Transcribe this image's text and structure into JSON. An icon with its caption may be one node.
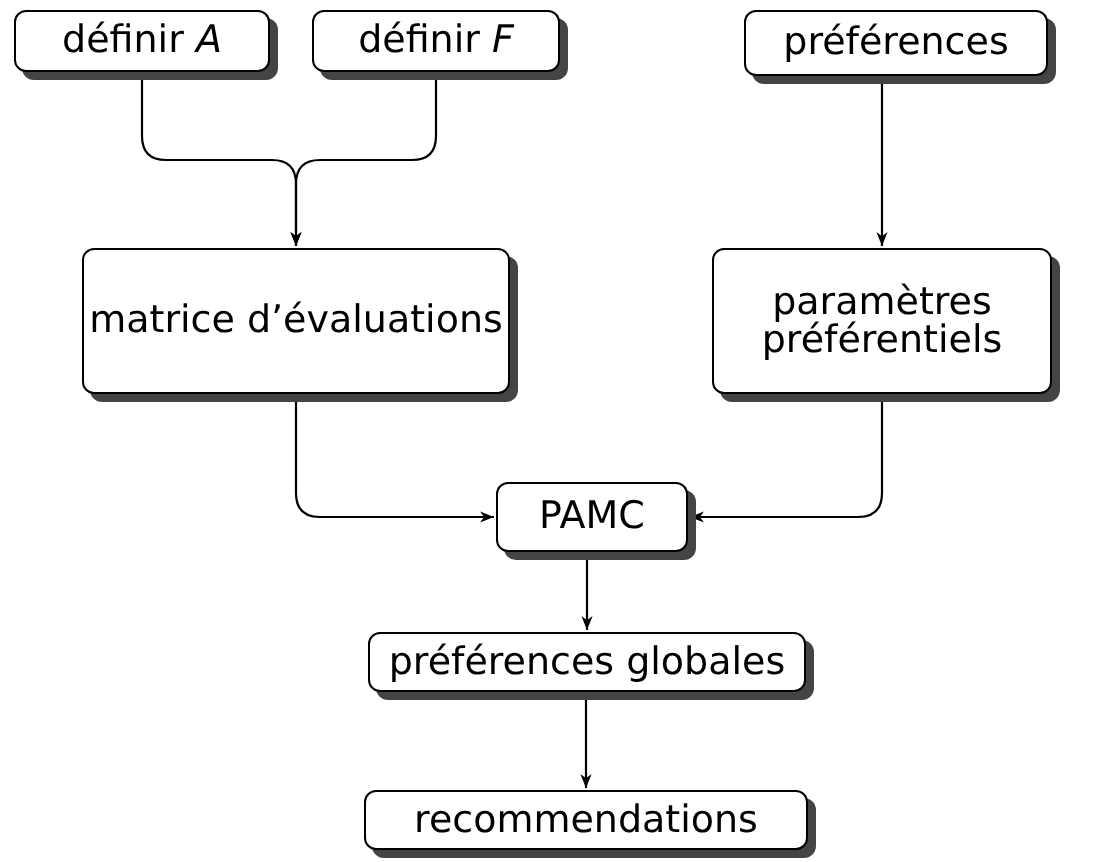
{
  "diagram": {
    "nodes": [
      {
        "text": [
          "définir *A*"
        ]
      },
      {
        "text": [
          "définir *F*"
        ]
      },
      {
        "text": [
          "préférences"
        ]
      },
      {
        "text": [
          "matrice d’évaluations"
        ]
      },
      {
        "text": [
          "paramètres préférentiels"
        ]
      },
      {
        "text": [
          "PAMC"
        ]
      },
      {
        "text": [
          "préférences globales"
        ]
      },
      {
        "text": [
          "recommendations"
        ]
      }
    ],
    "edges": [
      {
        "from": 0,
        "to": 3,
        "arrow": "to"
      },
      {
        "from": 1,
        "to": 3,
        "arrow": "to"
      },
      {
        "from": 2,
        "to": 4,
        "arrow": "to"
      },
      {
        "from": 3,
        "to": 5,
        "arrow": "to"
      },
      {
        "from": 4,
        "to": 5,
        "arrow": "to"
      },
      {
        "from": 5,
        "to": 6,
        "arrow": "to"
      },
      {
        "from": 6,
        "to": 7,
        "arrow": "to"
      }
    ]
  }
}
